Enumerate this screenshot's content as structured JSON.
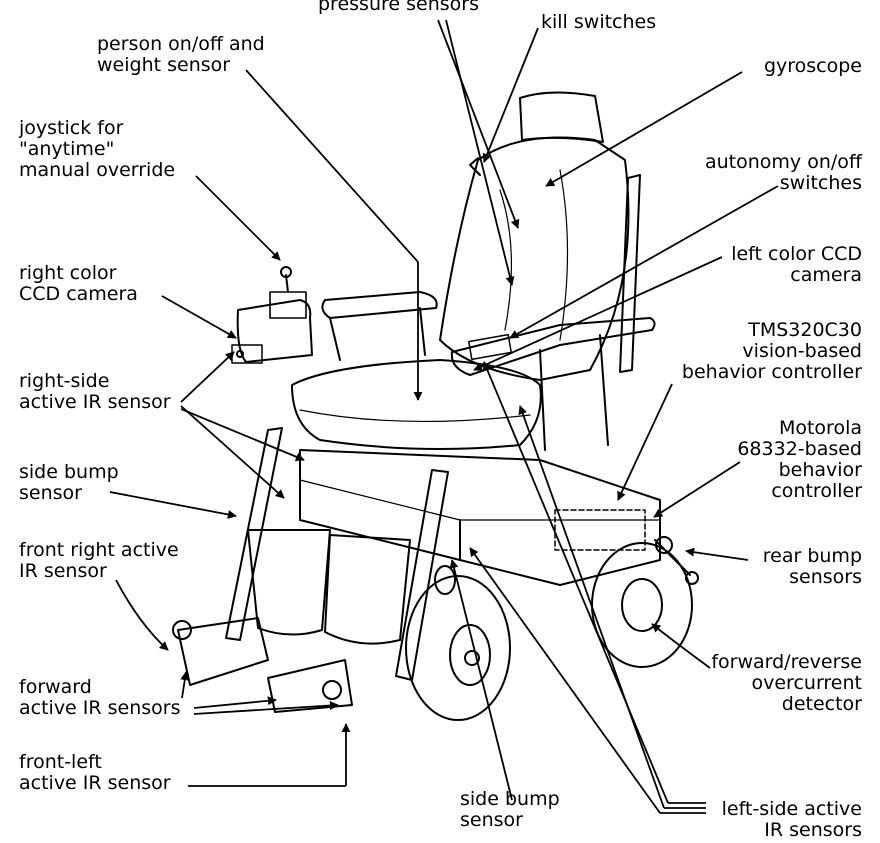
{
  "labels": {
    "pressure_sensors": [
      "pressure sensors"
    ],
    "kill_switches": [
      "kill switches"
    ],
    "person_sensor": [
      "person on/off and",
      "weight sensor"
    ],
    "gyroscope": [
      "gyroscope"
    ],
    "joystick": [
      "joystick for",
      "\"anytime\"",
      "manual override"
    ],
    "autonomy_switches": [
      "autonomy on/off",
      "switches"
    ],
    "left_camera": [
      "left color CCD",
      "camera"
    ],
    "right_camera": [
      "right color",
      "CCD camera"
    ],
    "tms_controller": [
      "TMS320C30",
      "vision-based",
      "behavior controller"
    ],
    "right_ir": [
      "right-side",
      "active IR sensor"
    ],
    "motorola_controller": [
      "Motorola",
      "68332-based",
      "behavior",
      "controller"
    ],
    "side_bump_left": [
      "side bump",
      "sensor"
    ],
    "front_right_ir": [
      "front right active",
      "IR sensor"
    ],
    "rear_bump": [
      "rear bump",
      "sensors"
    ],
    "overcurrent": [
      "forward/reverse",
      "overcurrent",
      "detector"
    ],
    "forward_ir": [
      "forward",
      "active IR sensors"
    ],
    "front_left_ir": [
      "front-left",
      "active IR sensor"
    ],
    "side_bump_bottom": [
      "side bump",
      "sensor"
    ],
    "left_side_ir": [
      "left-side active",
      "IR sensors"
    ]
  }
}
